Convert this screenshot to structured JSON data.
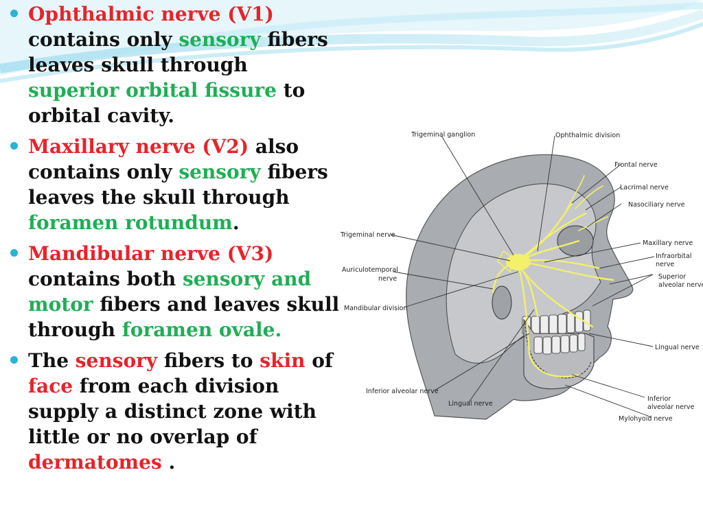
{
  "bullets": [
    {
      "segments": [
        {
          "text": "Ophthalmic nerve (V1)",
          "color": "red"
        },
        {
          "text": " contains only ",
          "color": "black"
        },
        {
          "text": "sensory",
          "color": "green"
        },
        {
          "text": " fibers leaves skull through ",
          "color": "black"
        },
        {
          "text": "superior orbital fissure",
          "color": "green"
        },
        {
          "text": " to orbital cavity.",
          "color": "black"
        }
      ]
    },
    {
      "segments": [
        {
          "text": "Maxillary nerve (V2)",
          "color": "red"
        },
        {
          "text": " also contains only ",
          "color": "black"
        },
        {
          "text": "sensory",
          "color": "green"
        },
        {
          "text": " fibers leaves the skull through ",
          "color": "black"
        },
        {
          "text": "foramen rotundum",
          "color": "green"
        },
        {
          "text": ".",
          "color": "black"
        }
      ]
    },
    {
      "segments": [
        {
          "text": "Mandibular nerve (V3)",
          "color": "red"
        },
        {
          "text": " contains both ",
          "color": "black"
        },
        {
          "text": "sensory and motor",
          "color": "green"
        },
        {
          "text": " fibers and leaves skull through ",
          "color": "black"
        },
        {
          "text": "foramen ovale.",
          "color": "green"
        }
      ]
    },
    {
      "segments": [
        {
          "text": "The ",
          "color": "black"
        },
        {
          "text": "sensory",
          "color": "red"
        },
        {
          "text": " fibers to ",
          "color": "black"
        },
        {
          "text": "skin",
          "color": "red"
        },
        {
          "text": " of ",
          "color": "black"
        },
        {
          "text": "face",
          "color": "red"
        },
        {
          "text": " from each division supply a distinct zone with little or no overlap of ",
          "color": "black"
        },
        {
          "text": "dermatomes",
          "color": "red"
        },
        {
          "text": " .",
          "color": "black"
        }
      ]
    }
  ],
  "figure": {
    "labels": {
      "trigeminal_ganglion": "Trigeminal ganglion",
      "ophthalmic_division": "Ophthalmic division",
      "frontal_nerve": "Frontal nerve",
      "lacrimal_nerve": "Lacrimal nerve",
      "nasociliary_nerve": "Nasociliary nerve",
      "trigeminal_nerve": "Trigeminal nerve",
      "maxillary_nerve": "Maxillary nerve",
      "infraorbital_1": "Infraorbital",
      "infraorbital_2": "nerve",
      "auriculotemporal_1": "Auriculotemporal",
      "auriculotemporal_2": "nerve",
      "superior_alveolar_1": "Superior",
      "superior_alveolar_2": "alveolar nerve",
      "mandibular_division": "Mandibular division",
      "lingual_nerve_right": "Lingual nerve",
      "inferior_alveolar_nerve": "Inferior alveolar nerve",
      "lingual_nerve_bottom": "Lingual nerve",
      "inferior_alveolar_1": "Inferior",
      "inferior_alveolar_2": "alveolar nerve",
      "mylohyoid_nerve": "Mylohyoid nerve"
    }
  },
  "colors": {
    "bullet": "#27b4d6",
    "red": "#e8232a",
    "green": "#1fae55",
    "text": "#111111",
    "nerve": "#f3f06a",
    "skull_gray": "#a9acb0"
  }
}
